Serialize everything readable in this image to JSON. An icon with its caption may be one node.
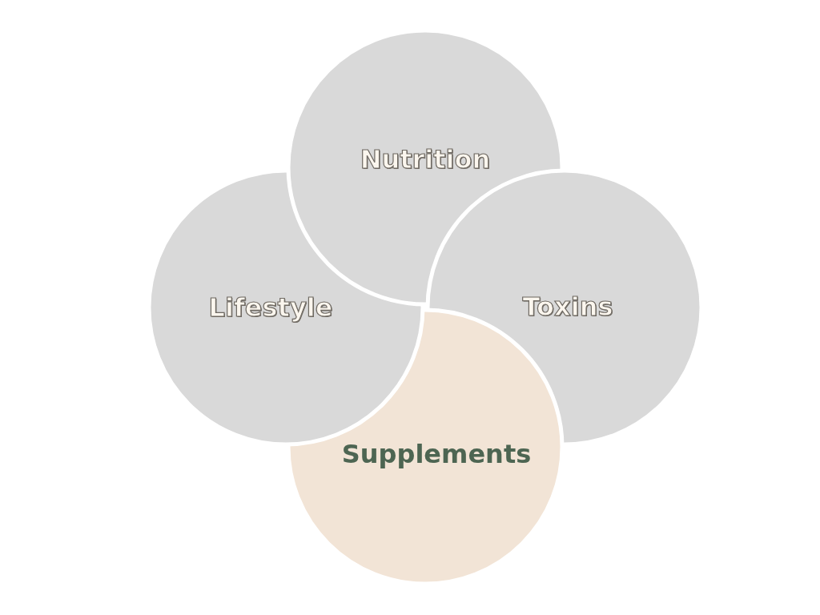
{
  "diagram": {
    "nodes": [
      {
        "text": [
          "Nutrition"
        ]
      },
      {
        "text": [
          "Lifestyle"
        ]
      },
      {
        "text": [
          "Toxins"
        ]
      },
      {
        "text": [
          "Supplements"
        ]
      }
    ]
  }
}
